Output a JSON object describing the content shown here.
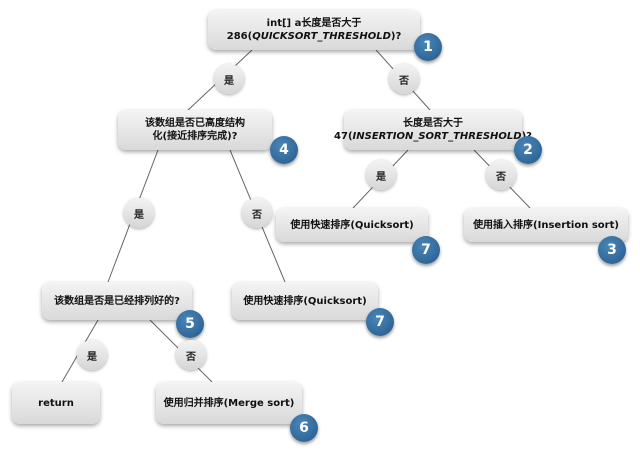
{
  "root": {
    "line1": "int[] a长度是否大于",
    "line2_num": "286(",
    "line2_const": "QUICKSORT_THRESHOLD",
    "line2_end": ")?",
    "badge": "1"
  },
  "structured_q": {
    "line1": "该数组是否已高度结构",
    "line2": "化(接近排序完成)?",
    "badge": "4"
  },
  "insertion_q": {
    "line1": "长度是否大于",
    "line2_num": "47(",
    "line2_const": "INSERTION_SORT_THRESHOLD",
    "line2_end": ")?",
    "badge": "2"
  },
  "sorted_q": {
    "label": "该数组是否是已经排列好的?",
    "badge": "5"
  },
  "quicksort_right": {
    "label": "使用快速排序(Quicksort)",
    "badge": "7"
  },
  "insertion_sort": {
    "label": "使用插入排序(Insertion sort)",
    "badge": "3"
  },
  "quicksort_mid": {
    "label": "使用快速排序(Quicksort)",
    "badge": "7"
  },
  "return_box": {
    "label": "return"
  },
  "merge_sort": {
    "label": "使用归并排序(Merge sort)",
    "badge": "6"
  },
  "edges": {
    "root_yes": "是",
    "root_no": "否",
    "structured_yes": "是",
    "structured_no": "否",
    "insertion_yes": "是",
    "insertion_no": "否",
    "sorted_yes": "是",
    "sorted_no": "否"
  }
}
